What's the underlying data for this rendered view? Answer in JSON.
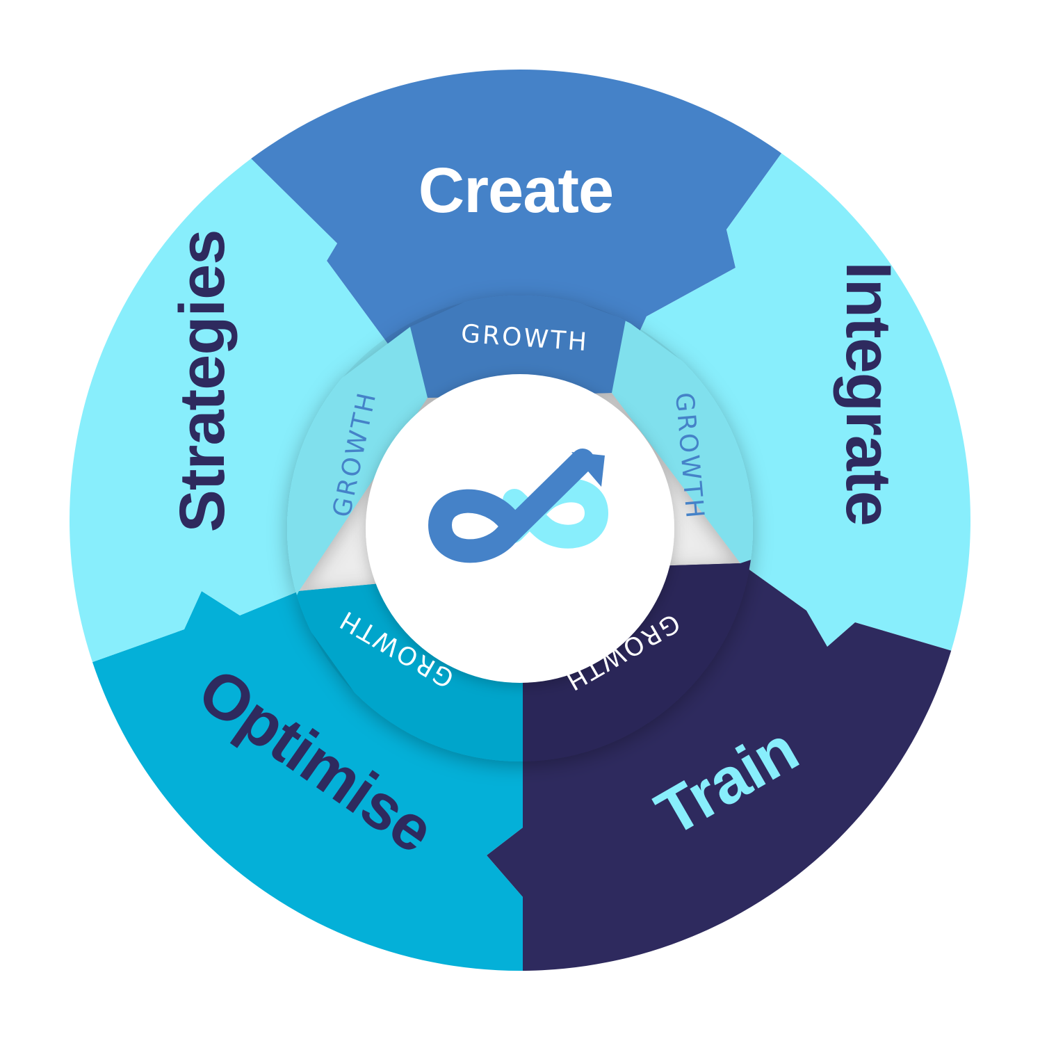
{
  "diagram": {
    "center_icon": "infinity-growth-arrow-icon",
    "segments": [
      {
        "key": "create",
        "label": "Create",
        "ring_label": "GROWTH",
        "color": "#4582c8",
        "label_color": "#ffffff",
        "ring_text_color": "#ffffff"
      },
      {
        "key": "integrate",
        "label": "Integrate",
        "ring_label": "GROWTH",
        "color": "#88eefc",
        "label_color": "#2e2a5e",
        "ring_text_color": "#4582c8"
      },
      {
        "key": "train",
        "label": "Train",
        "ring_label": "GROWTH",
        "color": "#2e2a5e",
        "label_color": "#88eefc",
        "ring_text_color": "#ffffff"
      },
      {
        "key": "optimise",
        "label": "Optimise",
        "ring_label": "GROWTH",
        "color": "#04b0d8",
        "label_color": "#2e2a5e",
        "ring_text_color": "#ffffff"
      },
      {
        "key": "strategies",
        "label": "Strategies",
        "ring_label": "GROWTH",
        "color": "#88eefc",
        "label_color": "#2e2a5e",
        "ring_text_color": "#4582c8"
      }
    ],
    "colors": {
      "center_bg": "#ffffff",
      "icon_primary": "#4582c8",
      "icon_secondary": "#88eefc"
    }
  }
}
